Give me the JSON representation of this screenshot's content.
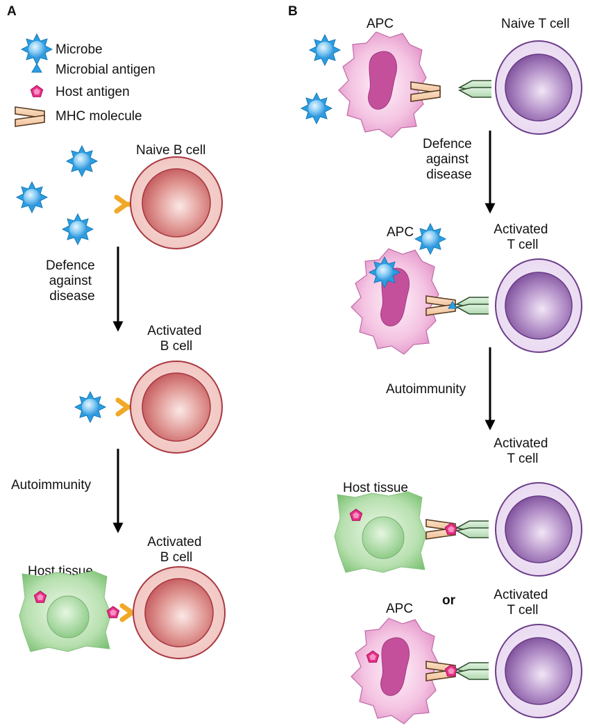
{
  "panels": {
    "a": "A",
    "b": "B"
  },
  "legend": {
    "microbe": "Microbe",
    "microbial_antigen": "Microbial antigen",
    "host_antigen": "Host antigen",
    "mhc_molecule": "MHC molecule"
  },
  "panel_a": {
    "naive_b_cell": "Naive B cell",
    "step1": [
      "Defence",
      "against",
      "disease"
    ],
    "activated_b_cell_1": [
      "Activated",
      "B cell"
    ],
    "step2": "Autoimmunity",
    "host_tissue": "Host tissue",
    "activated_b_cell_2": [
      "Activated",
      "B cell"
    ]
  },
  "panel_b": {
    "apc_1": "APC",
    "naive_t_cell": "Naive T cell",
    "step1": [
      "Defence",
      "against",
      "disease"
    ],
    "apc_2": "APC",
    "activated_t_cell_1": [
      "Activated",
      "T cell"
    ],
    "step2": "Autoimmunity",
    "activated_t_cell_2": [
      "Activated",
      "T cell"
    ],
    "host_tissue": "Host tissue",
    "or": "or",
    "apc_3": "APC",
    "activated_t_cell_3": [
      "Activated",
      "T cell"
    ]
  },
  "colors": {
    "microbe": "#2a9ee0",
    "host_antigen": "#e0307c",
    "b_cell": "#c8505a",
    "t_cell": "#8a5aa8",
    "apc": "#e890c8",
    "host_tissue": "#8ccc80",
    "bcr": "#f0a828",
    "mhc": "#f4c8a0",
    "tcr": "#b8dcb8"
  }
}
